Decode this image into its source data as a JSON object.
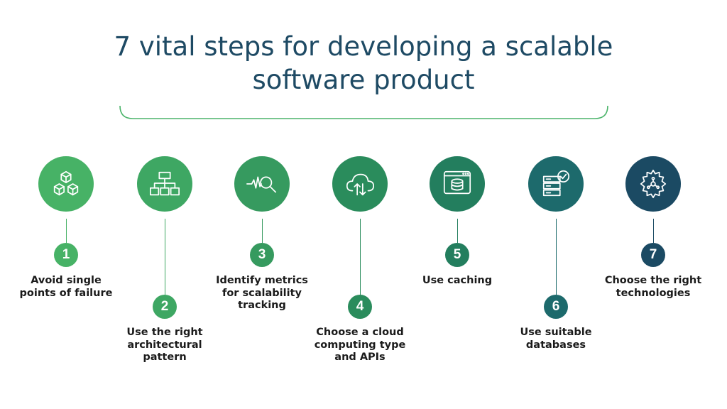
{
  "title": {
    "line1": "7 vital steps for developing a scalable",
    "line2": "software product"
  },
  "colors": {
    "title": "#1e4a64",
    "step1": "#47b266",
    "step2": "#3ea763",
    "step3": "#369a5f",
    "step4": "#2a8c5c",
    "step5": "#237e5e",
    "step6": "#1d6a6c",
    "step7": "#1b4a63",
    "brace": "#4bb46a"
  },
  "steps": [
    {
      "number": "1",
      "icon": "cubes-icon",
      "label_lines": [
        "Avoid single",
        "points of failure"
      ]
    },
    {
      "number": "2",
      "icon": "hierarchy-icon",
      "label_lines": [
        "Use the right",
        "architectural",
        "pattern"
      ]
    },
    {
      "number": "3",
      "icon": "pulse-magnifier-icon",
      "label_lines": [
        "Identify metrics",
        "for scalability",
        "tracking"
      ]
    },
    {
      "number": "4",
      "icon": "cloud-transfer-icon",
      "label_lines": [
        "Choose a cloud",
        "computing type",
        "and APIs"
      ]
    },
    {
      "number": "5",
      "icon": "database-window-icon",
      "label_lines": [
        "Use caching"
      ]
    },
    {
      "number": "6",
      "icon": "server-check-icon",
      "label_lines": [
        "Use suitable",
        "databases"
      ]
    },
    {
      "number": "7",
      "icon": "gear-circuit-icon",
      "label_lines": [
        "Choose the right",
        "technologies"
      ]
    }
  ]
}
